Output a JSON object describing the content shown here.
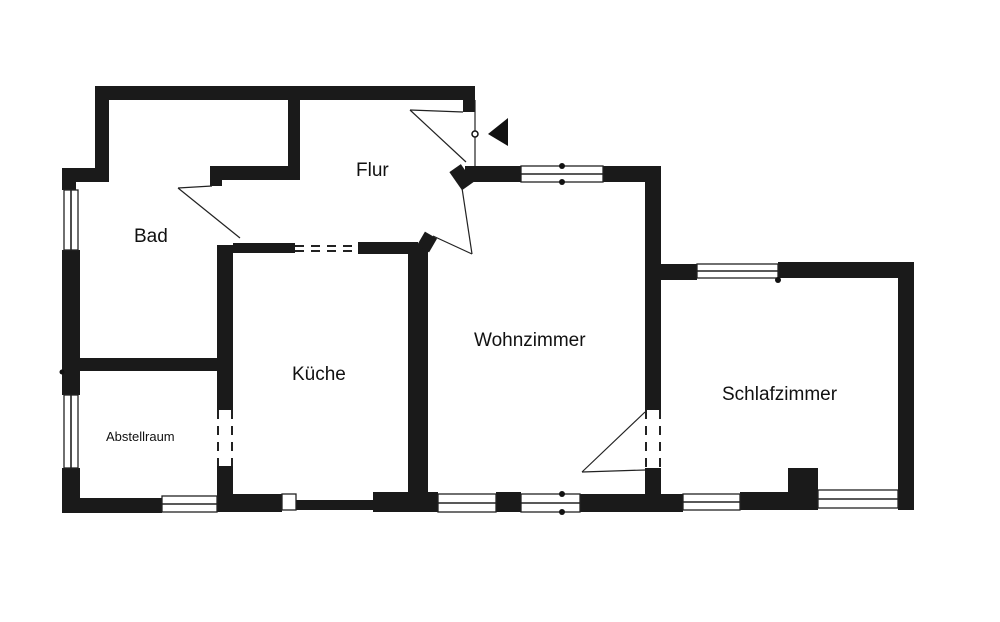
{
  "rooms": {
    "flur": "Flur",
    "bad": "Bad",
    "kueche": "Küche",
    "wohnzimmer": "Wohnzimmer",
    "schlafzimmer": "Schlafzimmer",
    "abstellraum": "Abstellraum"
  },
  "colors": {
    "wall": "#1a1a1a",
    "background": "#ffffff"
  }
}
